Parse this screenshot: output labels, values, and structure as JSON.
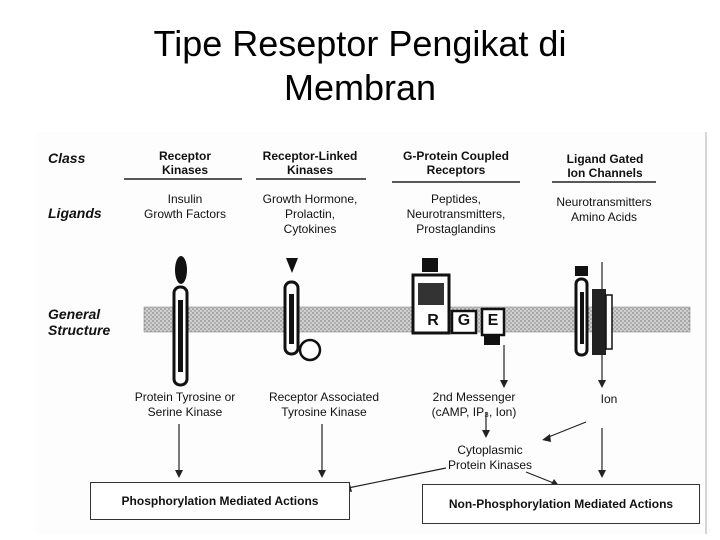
{
  "slide": {
    "title_line1": "Tipe Reseptor Pengikat di",
    "title_line2": "Membran"
  },
  "row_labels": {
    "class": "Class",
    "ligands": "Ligands",
    "structure_line1": "General",
    "structure_line2": "Structure"
  },
  "columns": [
    {
      "class_line1": "Receptor",
      "class_line2": "Kinases",
      "ligand_lines": [
        "Insulin",
        "Growth Factors"
      ],
      "effector_lines": [
        "Protein Tyrosine or",
        "Serine Kinase"
      ]
    },
    {
      "class_line1": "Receptor-Linked",
      "class_line2": "Kinases",
      "ligand_lines": [
        "Growth Hormone,",
        "Prolactin,",
        "Cytokines"
      ],
      "effector_lines": [
        "Receptor Associated",
        "Tyrosine Kinase"
      ]
    },
    {
      "class_line1": "G-Protein Coupled",
      "class_line2": "Receptors",
      "ligand_lines": [
        "Peptides,",
        "Neurotransmitters,",
        "Prostaglandins"
      ],
      "effector_lines": [
        "2nd Messenger",
        "(cAMP, IP₃, Ion)"
      ]
    },
    {
      "class_line1": "Ligand Gated",
      "class_line2": "Ion Channels",
      "ligand_lines": [
        "Neurotransmitters",
        "Amino Acids"
      ],
      "effector_lines": [
        "Ion"
      ]
    }
  ],
  "gprotein_letters": {
    "r": "R",
    "g": "G",
    "e": "E"
  },
  "cytoplasmic": {
    "line1": "Cytoplasmic",
    "line2": "Protein Kinases"
  },
  "outcomes": {
    "phospho": "Phosphorylation Mediated Actions",
    "nonphospho": "Non-Phosphorylation Mediated Actions"
  }
}
